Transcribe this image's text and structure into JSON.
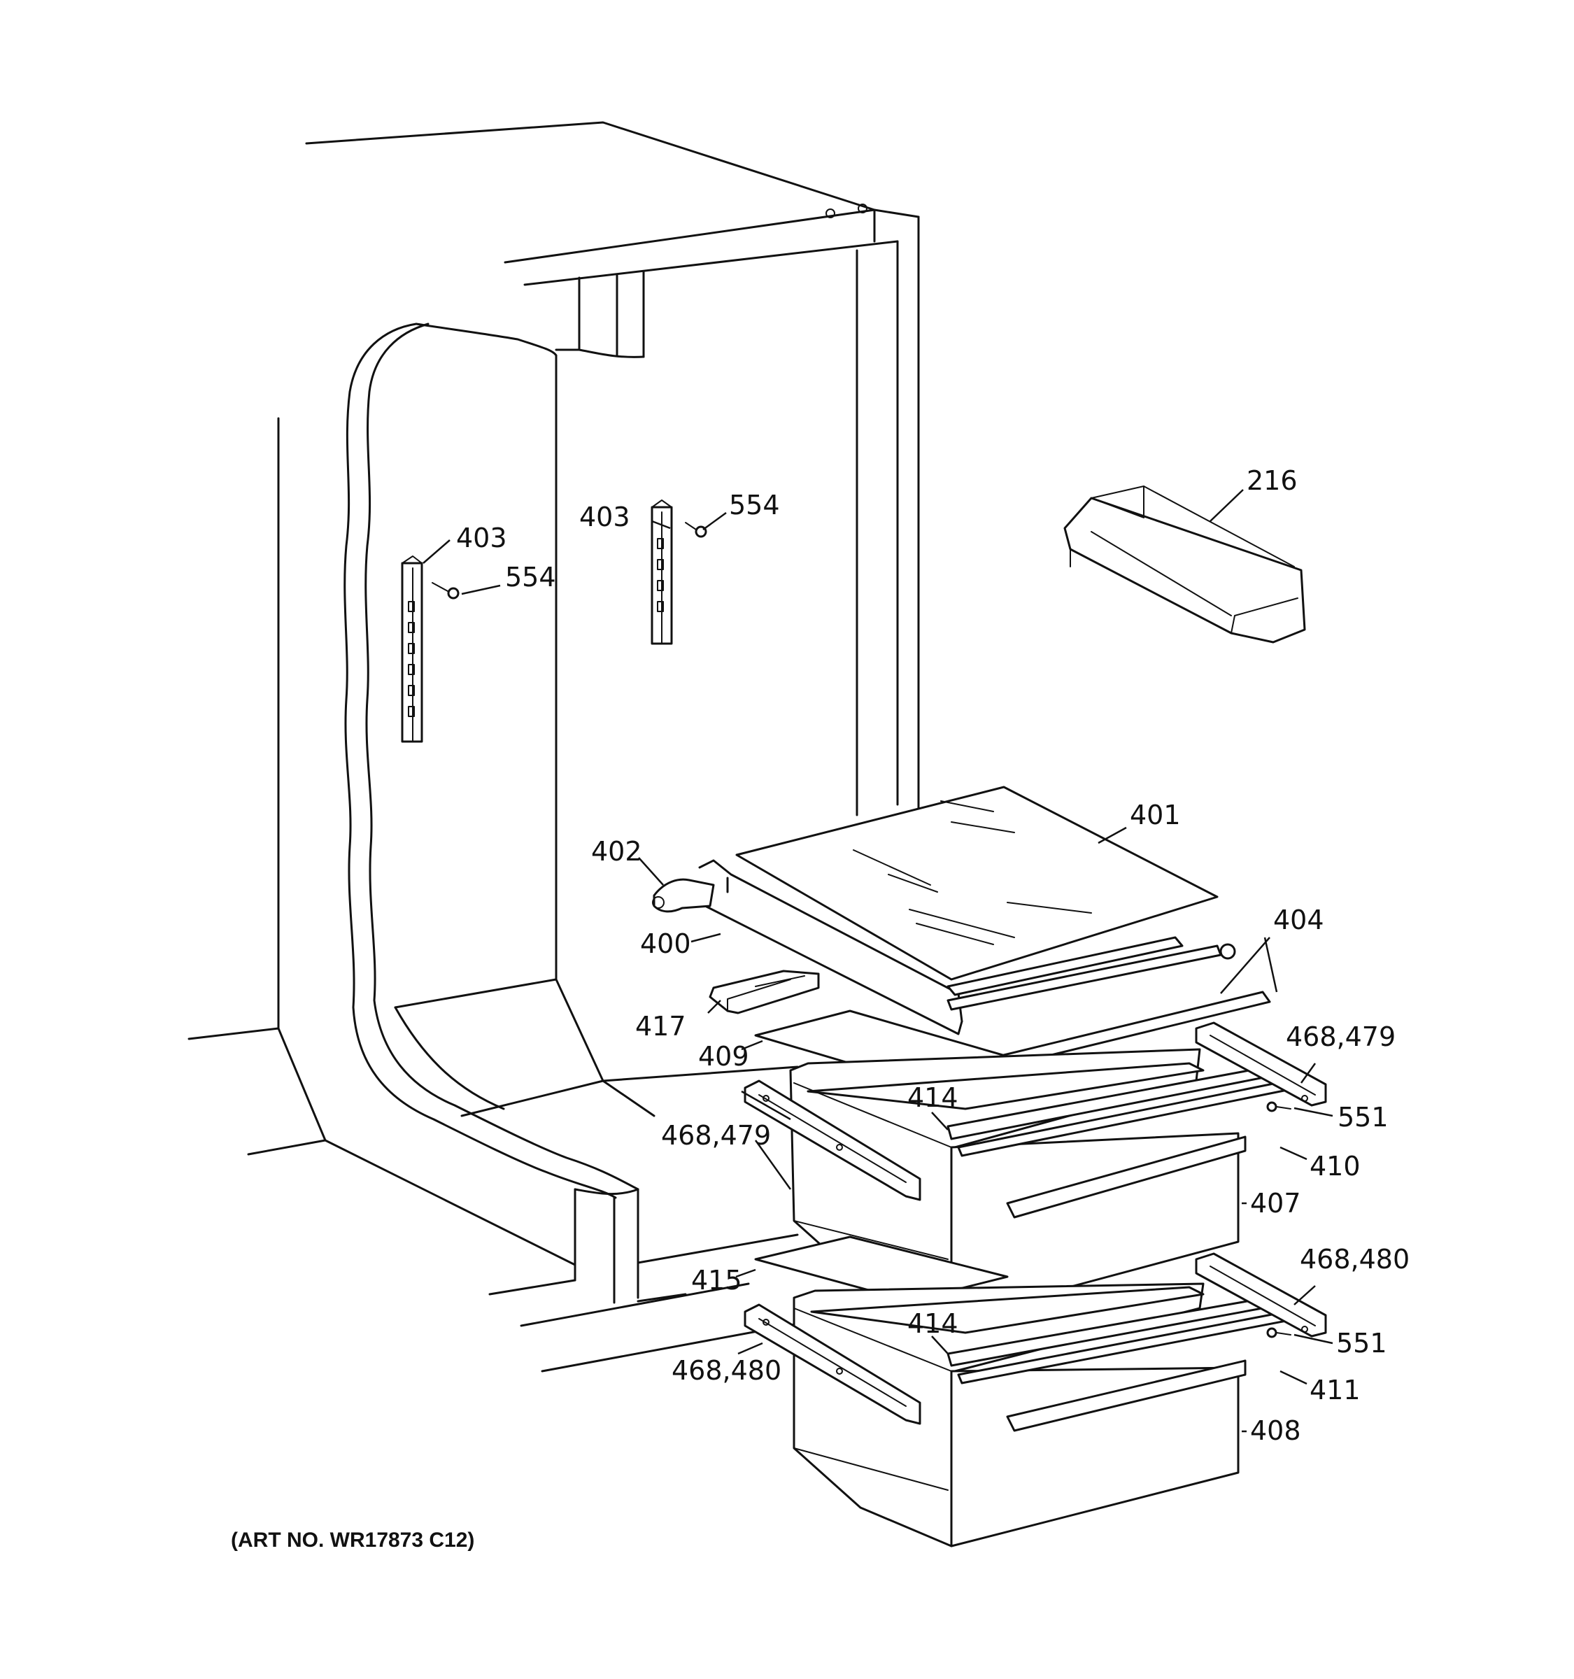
{
  "diagram": {
    "art_number": "(ART NO. WR17873 C12)",
    "labels": {
      "p216": "216",
      "p400": "400",
      "p401": "401",
      "p402": "402",
      "p403_left": "403",
      "p403_right": "403",
      "p404": "404",
      "p407": "407",
      "p408": "408",
      "p409": "409",
      "p410": "410",
      "p411": "411",
      "p414_upper": "414",
      "p414_lower": "414",
      "p415": "415",
      "p417": "417",
      "p468_479_left": "468,479",
      "p468_479_right": "468,479",
      "p468_480_left": "468,480",
      "p468_480_right": "468,480",
      "p551_upper": "551",
      "p551_lower": "551",
      "p554_left": "554",
      "p554_right": "554"
    }
  }
}
